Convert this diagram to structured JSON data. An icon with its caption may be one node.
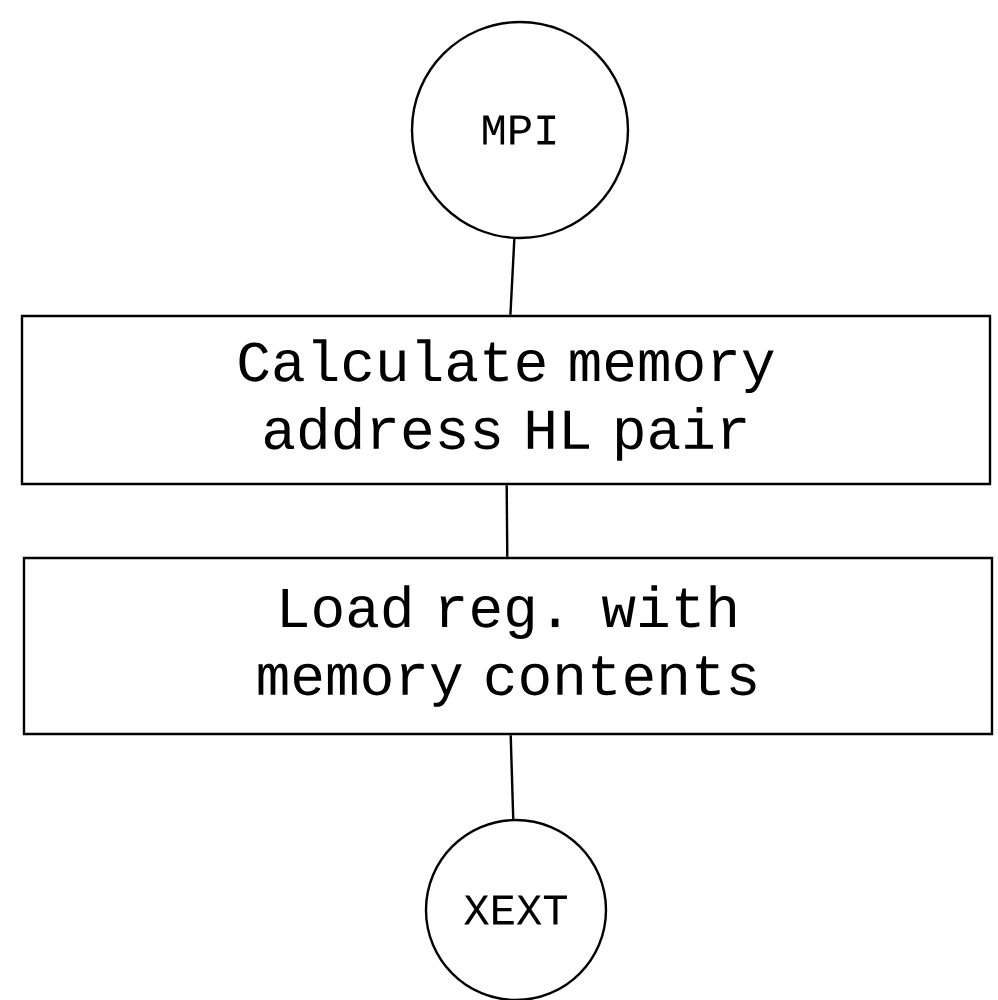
{
  "diagram": {
    "nodes": [
      {
        "text": [
          "MPI"
        ]
      },
      {
        "text": [
          "Calculate memory address HL pair"
        ]
      },
      {
        "text": [
          "Load reg. with memory contents"
        ]
      },
      {
        "text": [
          "XEXT"
        ]
      }
    ],
    "edges": [
      {
        "from": 0,
        "to": 1,
        "arrow": "none"
      },
      {
        "from": 1,
        "to": 2,
        "arrow": "none"
      },
      {
        "from": 2,
        "to": 3,
        "arrow": "none"
      }
    ]
  }
}
